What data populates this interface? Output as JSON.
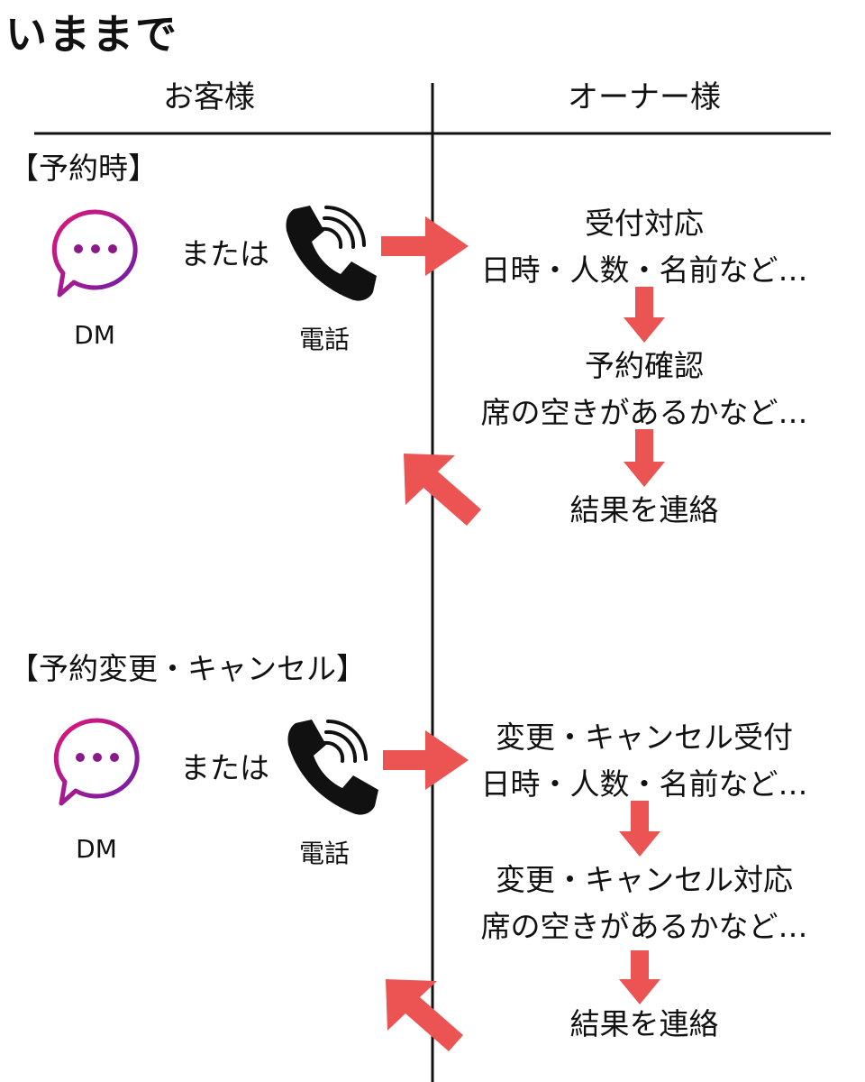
{
  "title": "いままで",
  "columns": {
    "customer": "お客様",
    "owner": "オーナー様"
  },
  "sections": [
    {
      "label": "【予約時】",
      "dm_label": "DM",
      "or_text": "または",
      "phone_label": "電話",
      "steps": [
        {
          "line1": "受付対応",
          "line2": "日時・人数・名前など…"
        },
        {
          "line1": "予約確認",
          "line2": "席の空きがあるかなど…"
        },
        {
          "line1": "結果を連絡",
          "line2": ""
        }
      ]
    },
    {
      "label": "【予約変更・キャンセル】",
      "dm_label": "DM",
      "or_text": "または",
      "phone_label": "電話",
      "steps": [
        {
          "line1": "変更・キャンセル受付",
          "line2": "日時・人数・名前など…"
        },
        {
          "line1": "変更・キャンセル対応",
          "line2": "席の空きがあるかなど…"
        },
        {
          "line1": "結果を連絡",
          "line2": ""
        }
      ]
    }
  ],
  "colors": {
    "arrow": "#ec5353",
    "line": "#111111",
    "dm_gradient_start": "#e0167a",
    "dm_gradient_end": "#6a1fa8"
  },
  "icons": {
    "dm": "chat-bubble-icon",
    "phone": "phone-calling-icon"
  }
}
